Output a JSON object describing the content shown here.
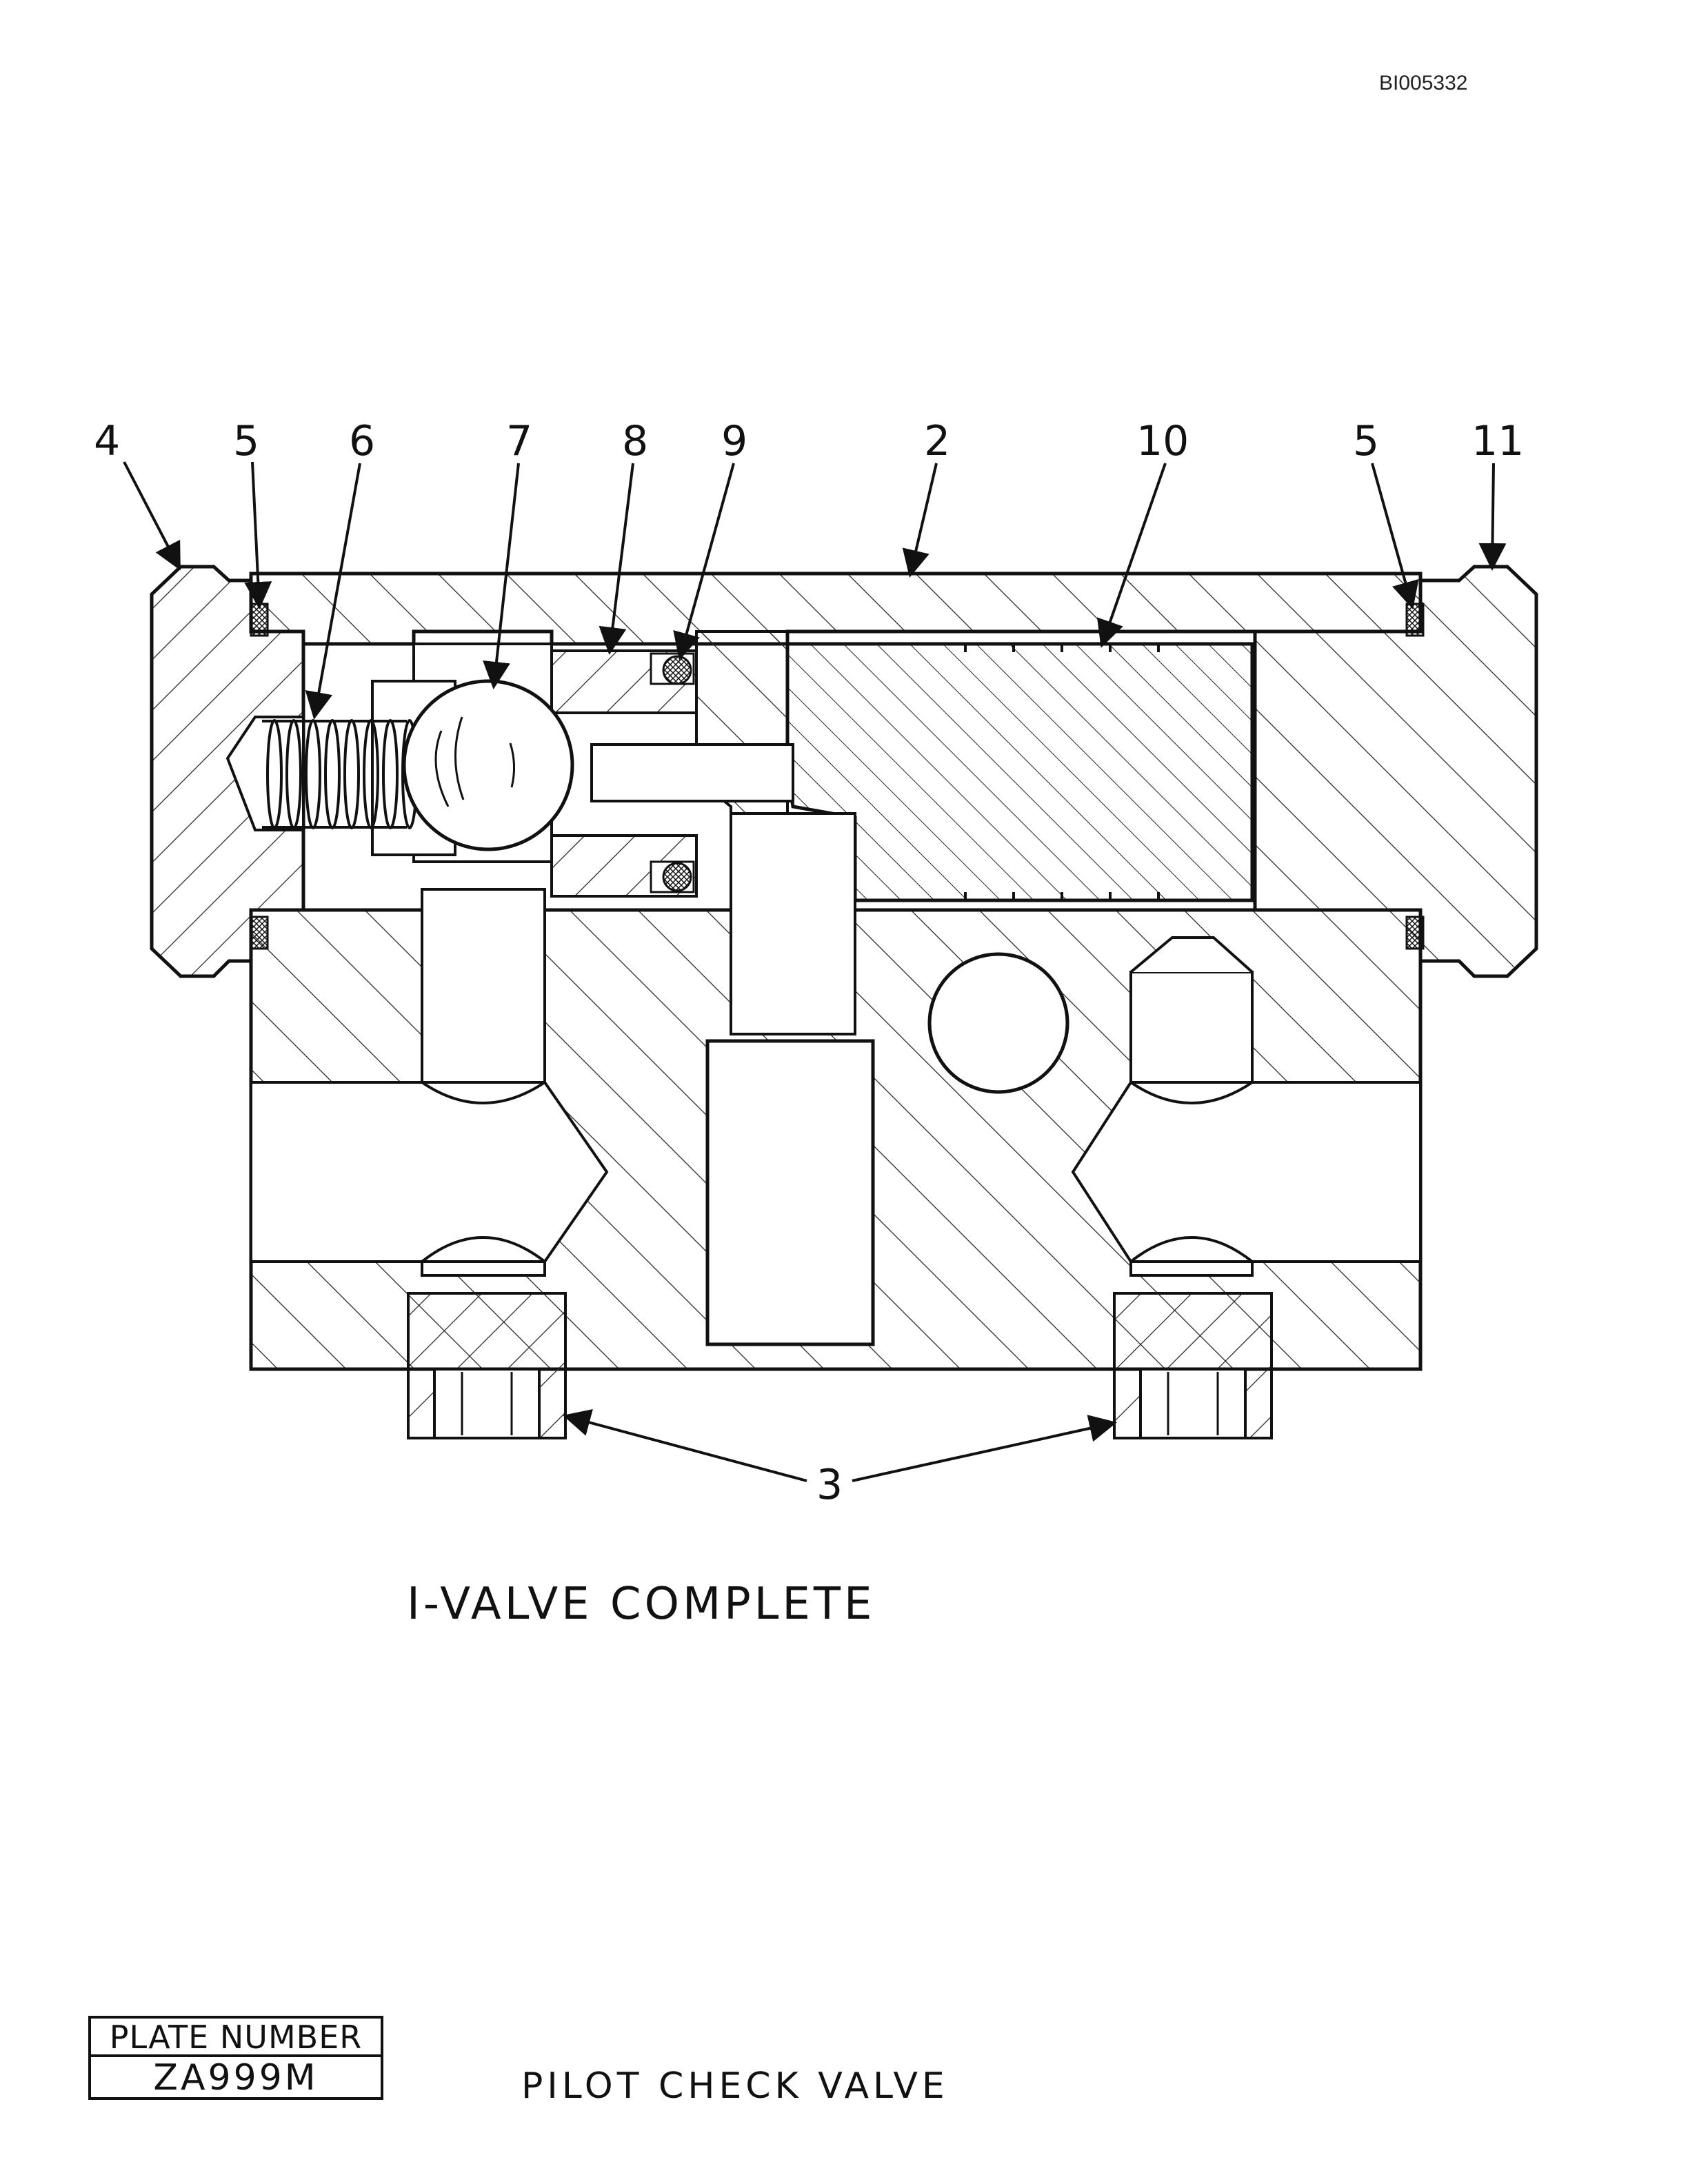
{
  "document_id": "BI005332",
  "callouts": {
    "c4": "4",
    "c5a": "5",
    "c6": "6",
    "c7": "7",
    "c8": "8",
    "c9": "9",
    "c2": "2",
    "c10": "10",
    "c5b": "5",
    "c11": "11",
    "c3": "3"
  },
  "caption": "I-VALVE COMPLETE",
  "plate": {
    "label": "PLATE NUMBER",
    "value": "ZA999M"
  },
  "footer_title": "PILOT CHECK VALVE"
}
